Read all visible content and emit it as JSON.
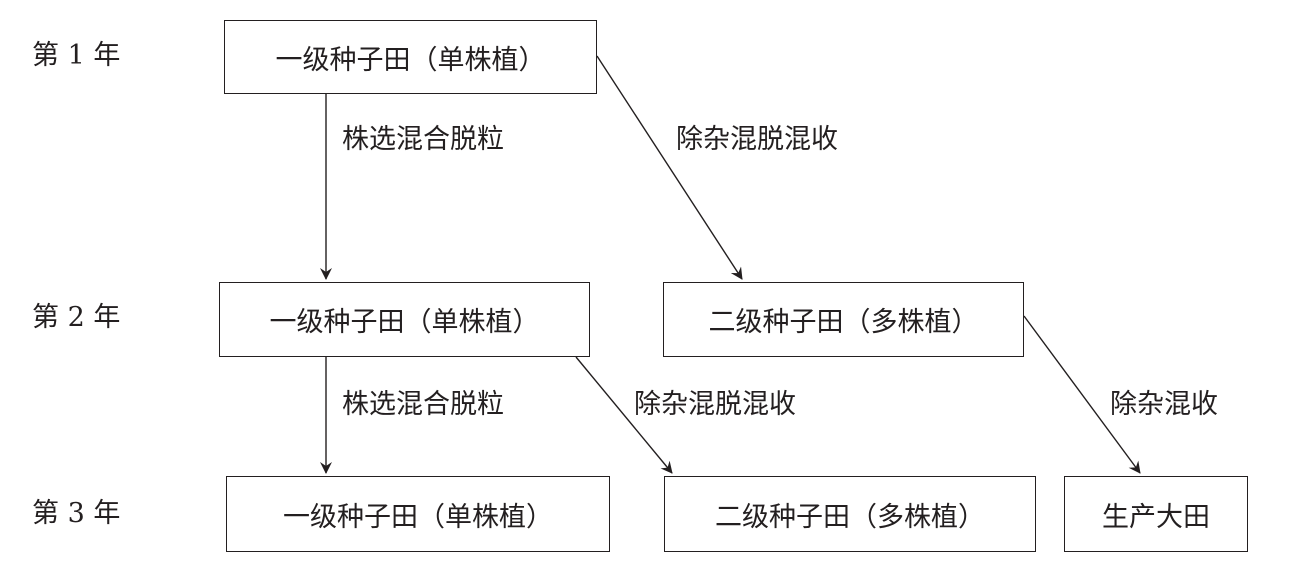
{
  "years": [
    "第 1 年",
    "第 2 年",
    "第 3 年"
  ],
  "boxes": {
    "y1_first": "一级种子田（单株植）",
    "y2_first": "一级种子田（单株植）",
    "y2_second": "二级种子田（多株植）",
    "y3_first": "一级种子田（单株植）",
    "y3_second": "二级种子田（多株植）",
    "y3_field": "生产大田"
  },
  "edge_labels": {
    "y1_select": "株选混合脱粒",
    "y1_rogue": "除杂混脱混收",
    "y2_select": "株选混合脱粒",
    "y2_rogue": "除杂混脱混收",
    "y2_rogue_field": "除杂混收"
  },
  "colors": {
    "ink": "#231f20",
    "background": "#ffffff"
  }
}
